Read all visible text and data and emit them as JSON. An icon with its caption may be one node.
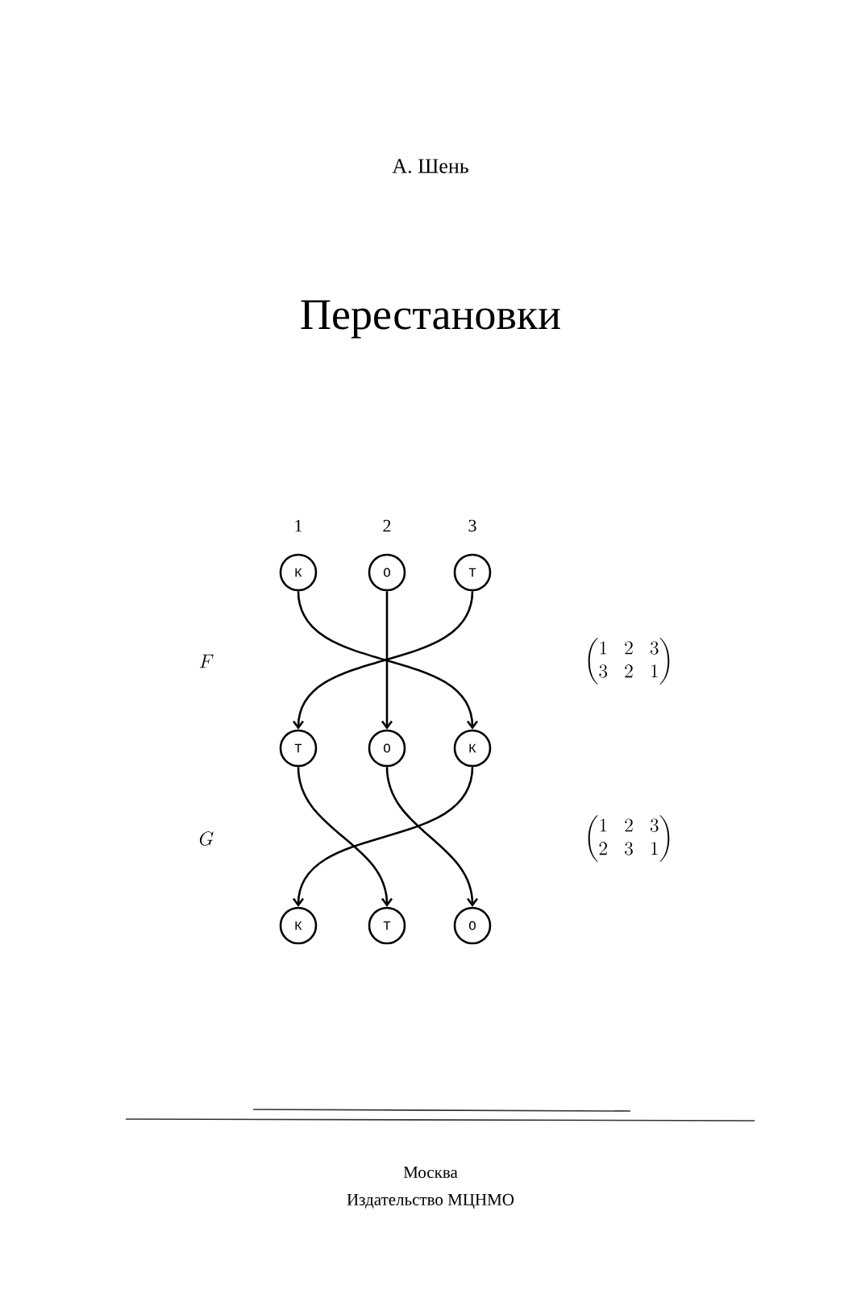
{
  "diagram": {
    "title": "Перестановки",
    "nodes": [
      {
        "text": [
          "К"
        ]
      },
      {
        "text": [
          "О"
        ]
      },
      {
        "text": [
          "Т"
        ]
      },
      {
        "text": [
          "Т"
        ]
      },
      {
        "text": [
          "О"
        ]
      },
      {
        "text": [
          "К"
        ]
      },
      {
        "text": [
          "К"
        ]
      },
      {
        "text": [
          "Т"
        ]
      },
      {
        "text": [
          "О"
        ]
      }
    ],
    "edges": [
      {
        "from": 0,
        "to": 5,
        "arrow": "to"
      },
      {
        "from": 1,
        "to": 4,
        "arrow": "to"
      },
      {
        "from": 2,
        "to": 3,
        "arrow": "to"
      },
      {
        "from": 3,
        "to": 7,
        "arrow": "to"
      },
      {
        "from": 4,
        "to": 8,
        "arrow": "to"
      },
      {
        "from": 5,
        "to": 6,
        "arrow": "to"
      }
    ],
    "labels": [
      "А. Шень",
      "1",
      "2",
      "3",
      "F",
      "\\begin{pmatrix}1 & 2 & 3\\\\ 3 & 2 & 1\\end{pmatrix}",
      "G",
      "\\begin{pmatrix}1 & 2 & 3\\\\ 2 & 3 & 1\\end{pmatrix}",
      "Москва",
      "Издательство МЦНМО"
    ]
  }
}
